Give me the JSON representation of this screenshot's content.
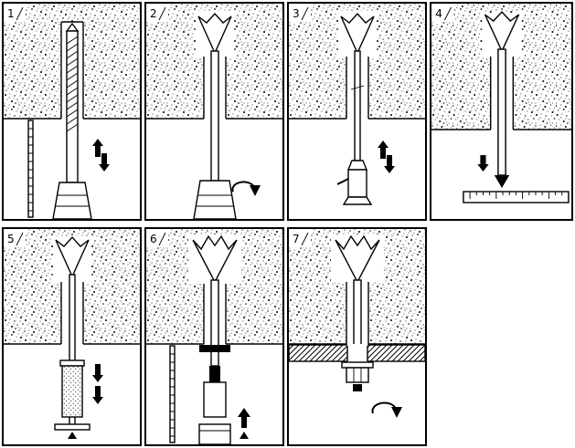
{
  "colors": {
    "ink": "#000000",
    "paper": "#ffffff"
  },
  "figure": {
    "kind": "anchor-installation-instruction-diagram",
    "step_count": 7
  },
  "panels": [
    {
      "number": "1",
      "name": "drill-hole"
    },
    {
      "number": "2",
      "name": "screw-in-anchor"
    },
    {
      "number": "3",
      "name": "push-anchor-flush"
    },
    {
      "number": "4",
      "name": "insert-to-depth"
    },
    {
      "number": "5",
      "name": "apply-setting-tool"
    },
    {
      "number": "6",
      "name": "expand-toggle"
    },
    {
      "number": "7",
      "name": "mount-fixture-tighten"
    }
  ]
}
